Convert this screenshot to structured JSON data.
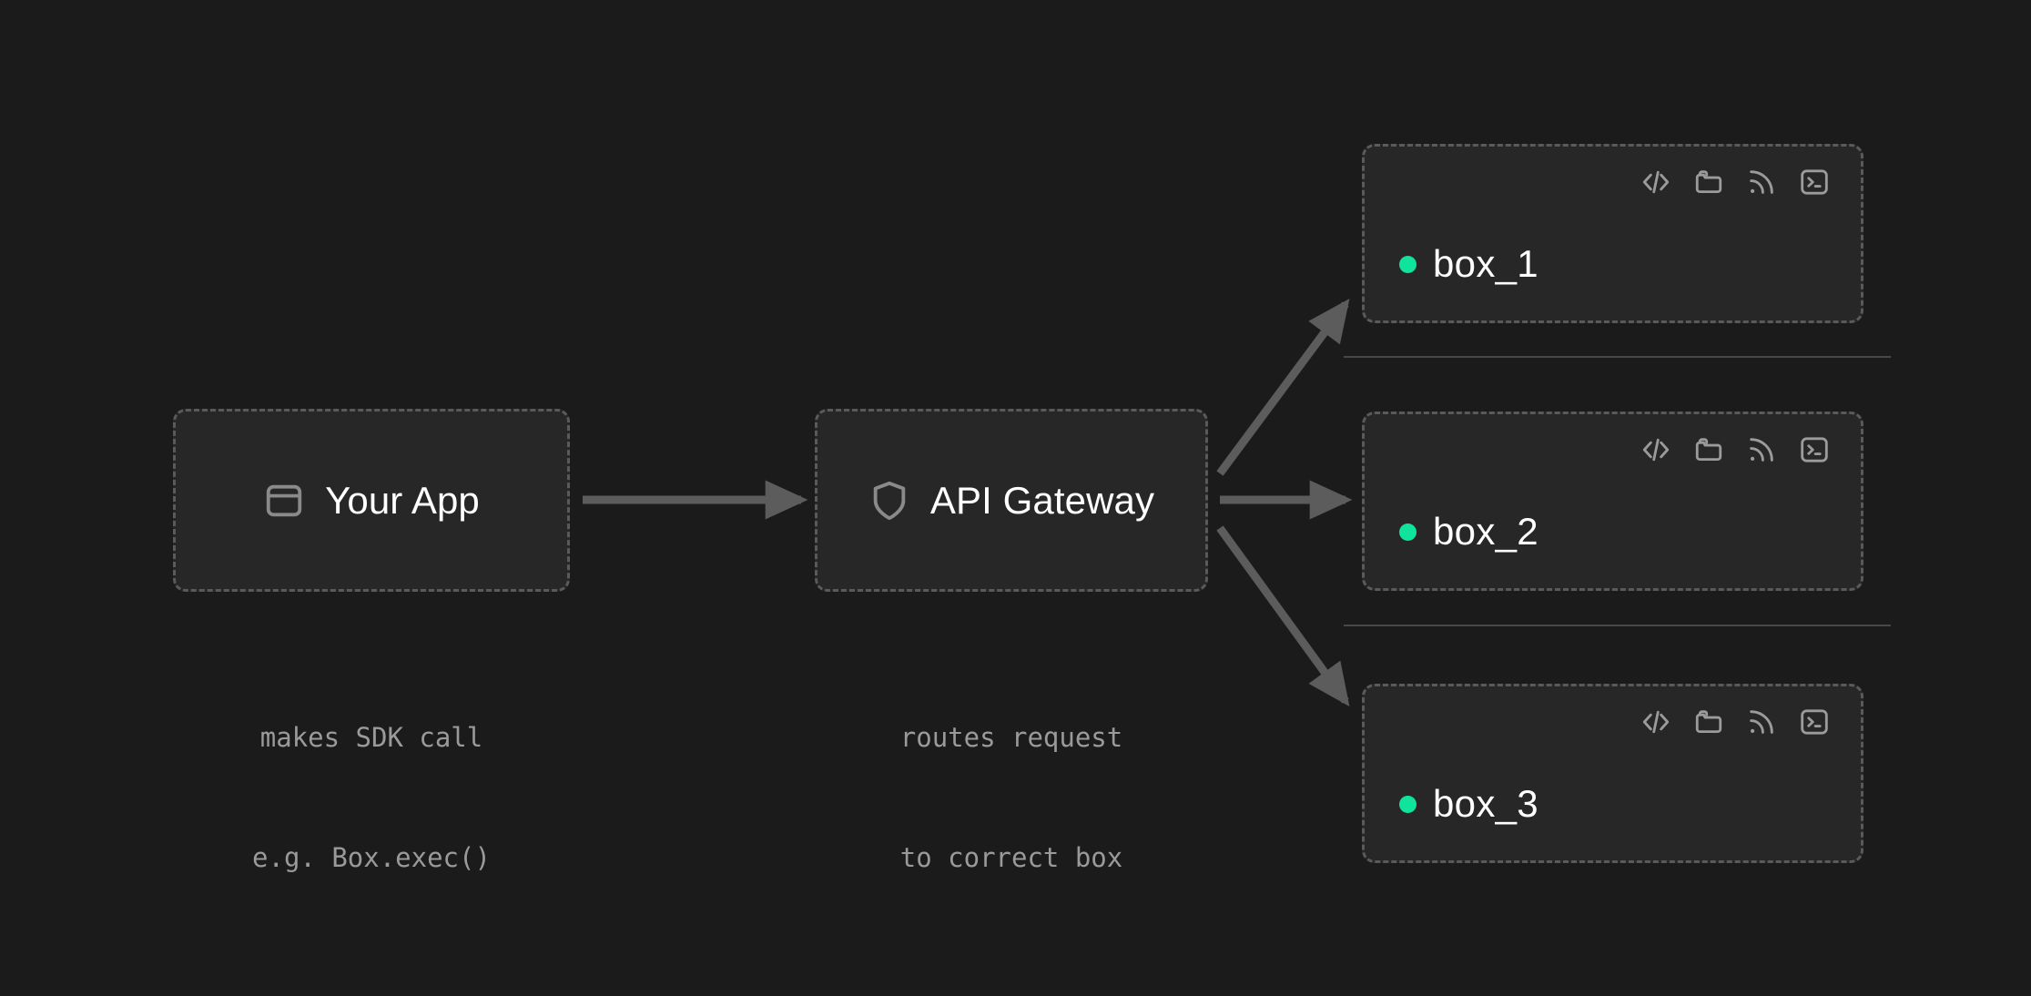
{
  "canvas": {
    "background_color": "#1b1b1b",
    "node_fill_color": "#272727",
    "node_border_color": "#5a5a5a",
    "arrow_color": "#5c5c5c",
    "separator_color": "#484848",
    "accent_color": "#10e49c",
    "label_color": "#ffffff",
    "caption_color": "#9a9a9a"
  },
  "flow": {
    "source": {
      "label": "Your App",
      "icon": "panel-top-icon",
      "caption_line_1": "makes SDK call",
      "caption_line_2": "e.g. Box.exec()"
    },
    "gateway": {
      "label": "API Gateway",
      "icon": "shield-icon",
      "caption_line_1": "routes request",
      "caption_line_2": "to correct box"
    }
  },
  "boxes": {
    "tool_icons": [
      "code-icon",
      "folder-icon",
      "rss-icon",
      "terminal-icon"
    ],
    "items": [
      {
        "name": "box_1",
        "status": "online"
      },
      {
        "name": "box_2",
        "status": "online"
      },
      {
        "name": "box_3",
        "status": "online"
      }
    ]
  },
  "connectors": [
    {
      "from": "Your App",
      "to": "API Gateway",
      "style": "straight"
    },
    {
      "from": "API Gateway",
      "to": "box_1",
      "style": "diagonal-up"
    },
    {
      "from": "API Gateway",
      "to": "box_2",
      "style": "straight"
    },
    {
      "from": "API Gateway",
      "to": "box_3",
      "style": "diagonal-down"
    }
  ]
}
